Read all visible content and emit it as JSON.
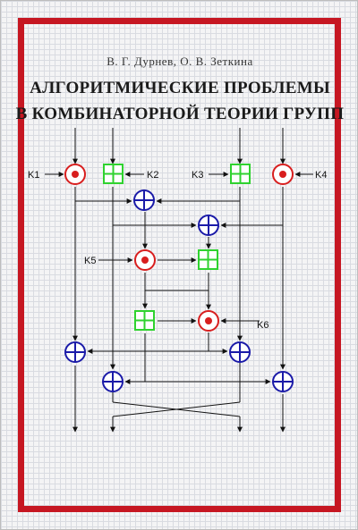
{
  "authors": "В. Г. Дурнев, О. В. Зеткина",
  "title_line1": "АЛГОРИТМИЧЕСКИЕ ПРОБЛЕМЫ",
  "title_line2": "В КОМБИНАТОРНОЙ ТЕОРИИ ГРУПП",
  "key_labels": {
    "k1": "K1",
    "k2": "K2",
    "k3": "K3",
    "k4": "K4",
    "k5": "K5",
    "k6": "K6"
  },
  "colors": {
    "frame": "#c61722",
    "multiply": "#d81e1e",
    "add": "#2fd22f",
    "xor": "#1a1aa8"
  }
}
